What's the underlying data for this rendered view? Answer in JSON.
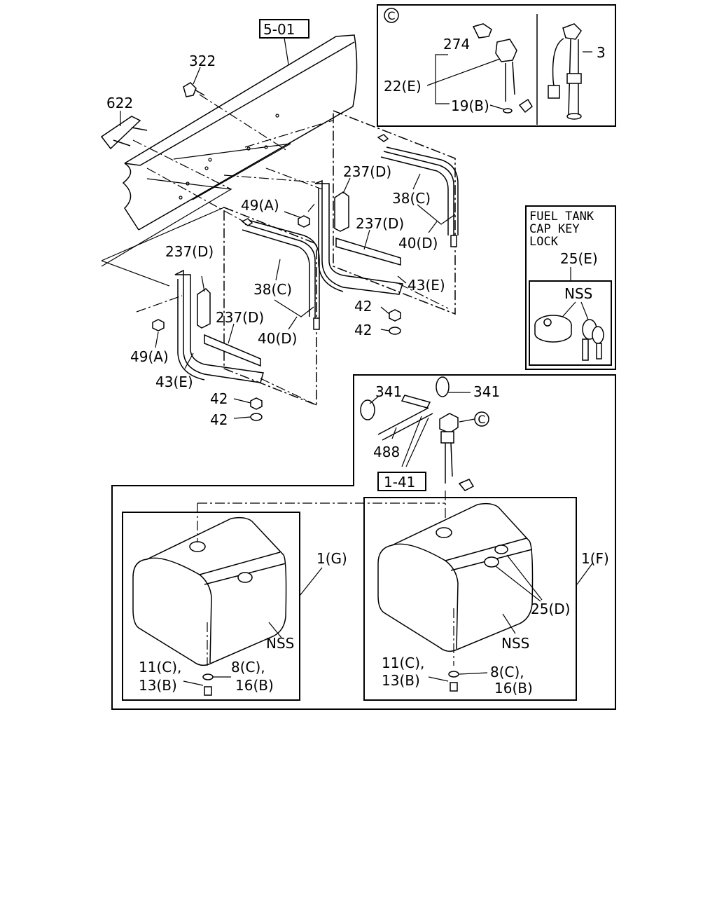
{
  "references": {
    "frame_ref": "5-01",
    "harness_ref": "1-41"
  },
  "detail_marker": "C",
  "key_lock_box": {
    "title_line1": "FUEL TANK",
    "title_line2": "CAP KEY",
    "title_line3": "LOCK",
    "part_label": "25(E)",
    "nss_label": "NSS"
  },
  "detail_c_labels": {
    "sensor_cap": "274",
    "gauge_unit": "22(E)",
    "gasket": "19(B)",
    "sender": "3"
  },
  "frame_labels": {
    "bolt": "322",
    "plate": "622"
  },
  "bracket_rear_labels": {
    "nut_top": "49(A)",
    "pad_vertical": "237(D)",
    "band_upper": "38(C)",
    "pad_horizontal": "237(D)",
    "band_lower": "40(D)",
    "bracket": "43(E)",
    "nut_1": "42",
    "nut_2": "42"
  },
  "bracket_front_labels": {
    "pad_vertical": "237(D)",
    "band_upper": "38(C)",
    "pad_horizontal": "237(D)",
    "band_lower": "40(D)",
    "nut_side": "49(A)",
    "bracket": "43(E)",
    "nut_1": "42",
    "nut_2": "42"
  },
  "harness_labels": {
    "clip_left": "341",
    "clip_right": "341",
    "hose": "488"
  },
  "tank_left_labels": {
    "tank": "1(G)",
    "nss": "NSS",
    "washer_a": "11(C),",
    "washer_b": "13(B)",
    "plug_a": "8(C),",
    "plug_b": "16(B)"
  },
  "tank_right_labels": {
    "tank": "1(F)",
    "cap": "25(D)",
    "nss": "NSS",
    "washer_a": "11(C),",
    "washer_b": "13(B)",
    "plug_a": "8(C),",
    "plug_b": "16(B)"
  }
}
